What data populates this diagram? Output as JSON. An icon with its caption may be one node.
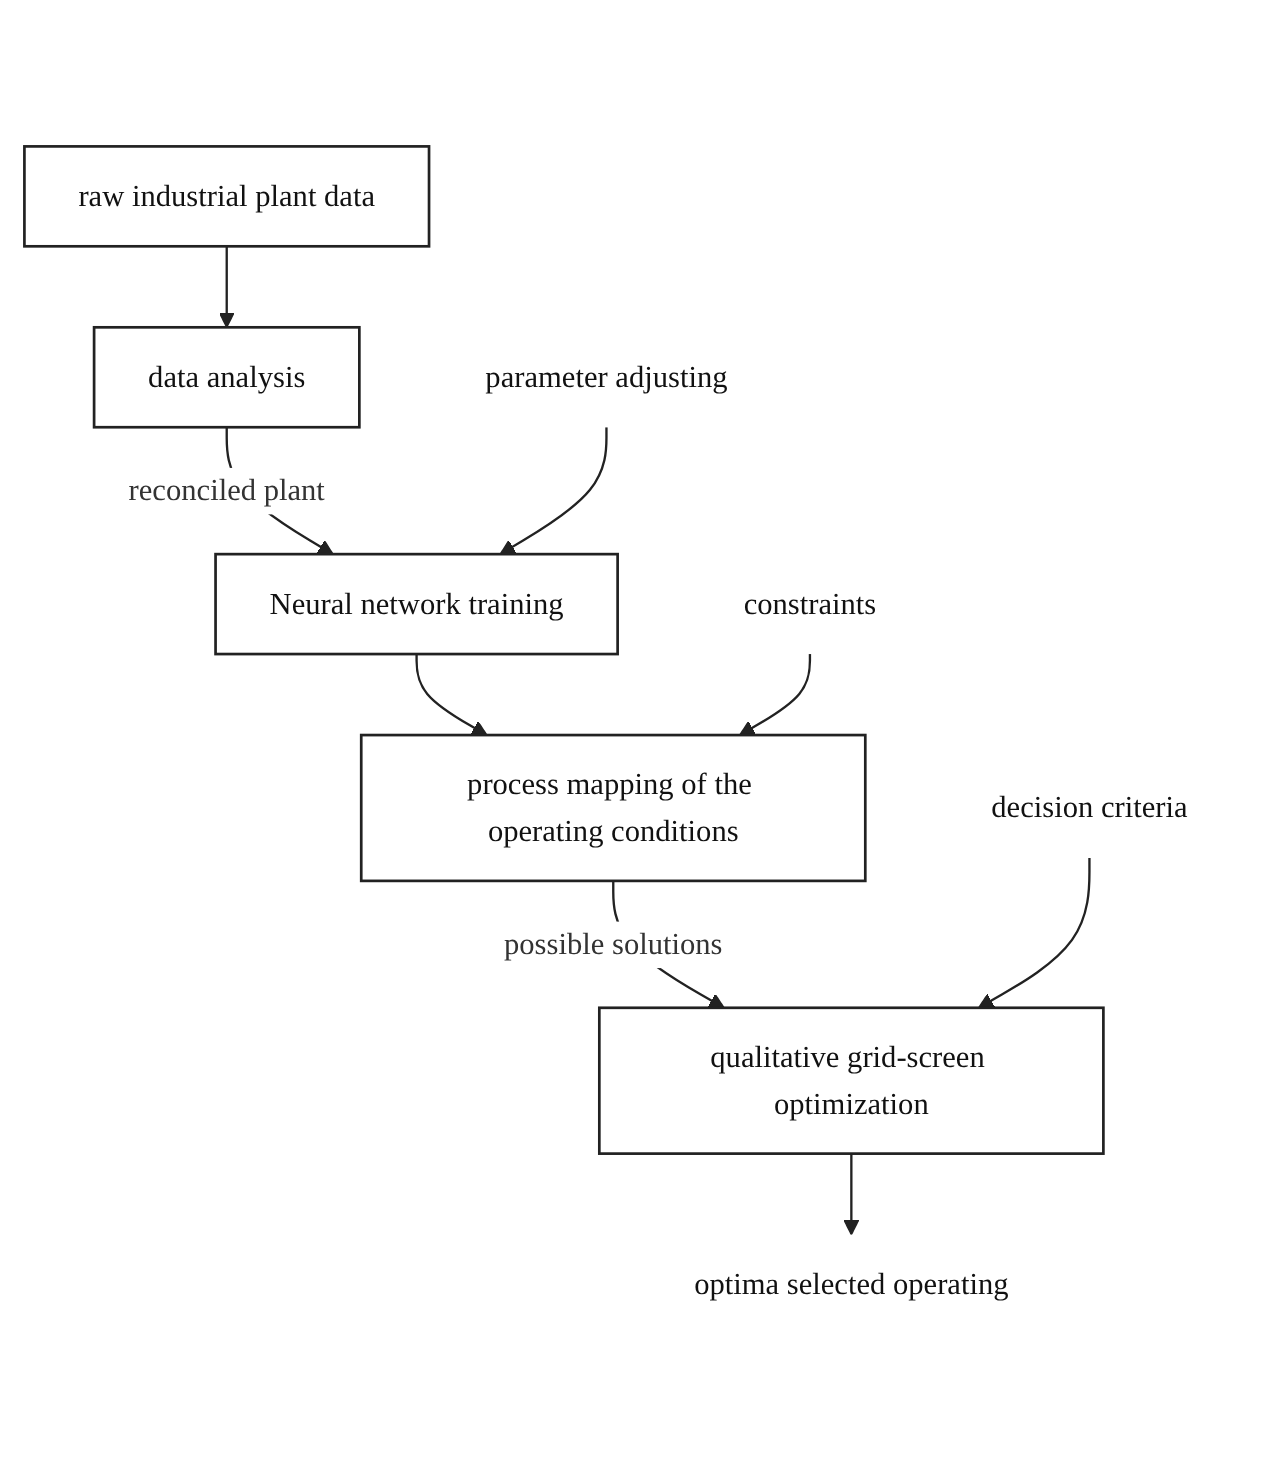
{
  "diagram": {
    "nodes": [
      {
        "text": [
          "raw  industrial plant data"
        ]
      },
      {
        "text": [
          "data analysis"
        ]
      },
      {
        "text": [
          "parameter adjusting"
        ]
      },
      {
        "text": [
          "Neural network training"
        ]
      },
      {
        "text": [
          "constraints"
        ]
      },
      {
        "text": [
          "process mapping of the operating conditions"
        ]
      },
      {
        "text": [
          "decision criteria"
        ]
      },
      {
        "text": [
          "qualitative grid-screen optimization"
        ]
      },
      {
        "text": [
          "optima selected operating"
        ]
      }
    ],
    "edges": [
      {
        "from": 0,
        "to": 1,
        "arrow": "to"
      },
      {
        "from": 1,
        "to": 3,
        "arrow": "to",
        "label": "reconciled plant"
      },
      {
        "from": 2,
        "to": 3,
        "arrow": "to"
      },
      {
        "from": 3,
        "to": 5,
        "arrow": "to"
      },
      {
        "from": 4,
        "to": 5,
        "arrow": "to"
      },
      {
        "from": 5,
        "to": 7,
        "arrow": "to",
        "label": "possible solutions"
      },
      {
        "from": 6,
        "to": 7,
        "arrow": "to"
      },
      {
        "from": 7,
        "to": 8,
        "arrow": "to"
      }
    ]
  }
}
